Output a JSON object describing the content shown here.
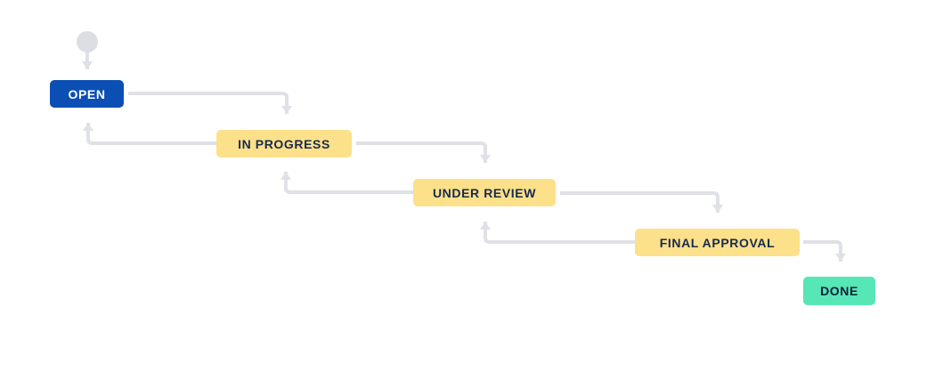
{
  "diagram": {
    "type": "workflow-status-flow",
    "background_color": "#FFFFFF",
    "connector_color": "#DFE1E6",
    "start_marker": {
      "name": "start-node",
      "shape": "circle",
      "color": "#DCDEE3",
      "label": ""
    },
    "nodes": [
      {
        "id": "open",
        "label": "OPEN",
        "background_color": "#0B4FB5",
        "text_color": "#FFFFFF",
        "category": "to-do"
      },
      {
        "id": "in-progress",
        "label": "IN PROGRESS",
        "background_color": "#FDE08A",
        "text_color": "#172B4D",
        "category": "in-progress"
      },
      {
        "id": "under-review",
        "label": "UNDER REVIEW",
        "background_color": "#FDE08A",
        "text_color": "#172B4D",
        "category": "in-progress"
      },
      {
        "id": "final-approval",
        "label": "FINAL APPROVAL",
        "background_color": "#FDE08A",
        "text_color": "#172B4D",
        "category": "in-progress"
      },
      {
        "id": "done",
        "label": "DONE",
        "background_color": "#57E6B5",
        "text_color": "#0B1F3A",
        "category": "done"
      }
    ],
    "connectors": [
      {
        "id": "start-to-open",
        "from": "start",
        "to": "open",
        "direction": "forward"
      },
      {
        "id": "open-to-in-progress",
        "from": "open",
        "to": "in-progress",
        "direction": "forward"
      },
      {
        "id": "in-progress-to-open",
        "from": "in-progress",
        "to": "open",
        "direction": "backward"
      },
      {
        "id": "in-progress-to-under-review",
        "from": "in-progress",
        "to": "under-review",
        "direction": "forward"
      },
      {
        "id": "under-review-to-in-progress",
        "from": "under-review",
        "to": "in-progress",
        "direction": "backward"
      },
      {
        "id": "under-review-to-final",
        "from": "under-review",
        "to": "final-approval",
        "direction": "forward"
      },
      {
        "id": "final-to-under-review",
        "from": "final-approval",
        "to": "under-review",
        "direction": "backward"
      },
      {
        "id": "final-to-done",
        "from": "final-approval",
        "to": "done",
        "direction": "forward"
      }
    ]
  }
}
